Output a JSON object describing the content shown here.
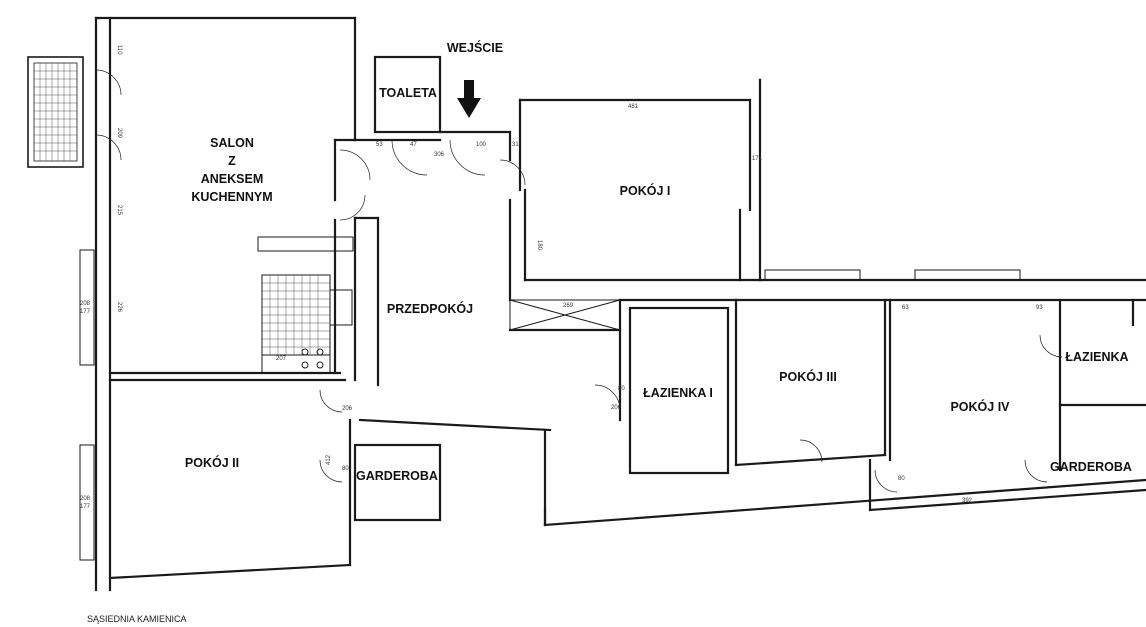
{
  "entrance_label": "WEJŚCIE",
  "rooms": {
    "toaleta": "TOALETA",
    "salon_line1": "SALON",
    "salon_line2": "Z",
    "salon_line3": "ANEKSEM",
    "salon_line4": "KUCHENNYM",
    "przedpokoj": "PRZEDPOKÓJ",
    "pokoj1": "POKÓJ I",
    "pokoj2": "POKÓJ II",
    "pokoj3": "POKÓJ III",
    "pokoj4": "POKÓJ IV",
    "lazienka1": "ŁAZIENKA I",
    "lazienka": "ŁAZIENKA",
    "garderoba1": "GARDEROBA",
    "garderoba2": "GARDEROBA"
  },
  "footer_label": "SĄSIEDNIA KAMIENICA",
  "dimensions": {
    "d110": "110",
    "d209": "209",
    "d215": "215",
    "d226": "226",
    "d208a": "208",
    "d208b": "208",
    "d177a": "177",
    "d177b": "177",
    "d481": "481",
    "d306": "306",
    "d100": "100",
    "d207": "207",
    "d269": "269",
    "d206a": "206",
    "d206b": "206",
    "d171": "171",
    "d180": "180",
    "d412": "412",
    "d80a": "80",
    "d80b": "80",
    "d80c": "80",
    "d93": "93",
    "d392": "392",
    "d63": "63",
    "d31": "31",
    "d47": "47",
    "d53": "53"
  }
}
